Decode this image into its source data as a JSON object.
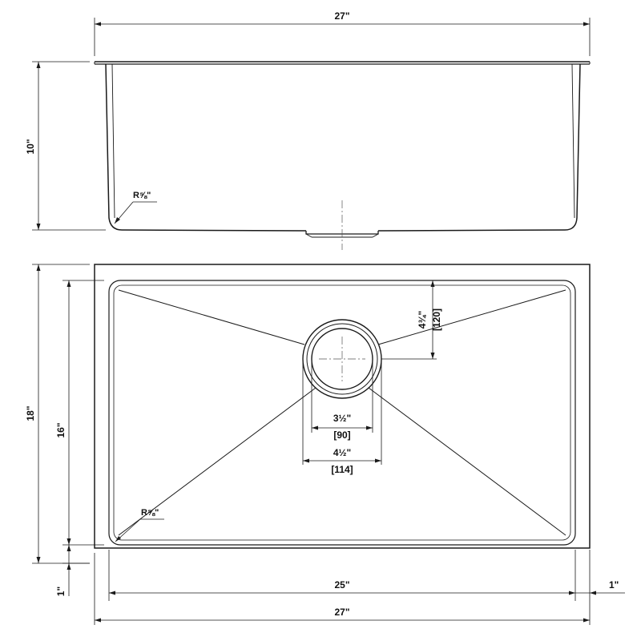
{
  "drawing": {
    "side_view": {
      "width_label": "27\"",
      "depth_label": "10\"",
      "radius_label": "R⅝\""
    },
    "top_view": {
      "overall_width_label": "27\"",
      "overall_depth_label": "18\"",
      "inner_width_label": "25\"",
      "inner_depth_label": "16\"",
      "rim_left_label": "1\"",
      "rim_right_label": "1\"",
      "drain_offset_label": "4¾\"",
      "drain_offset_mm": "[120]",
      "drain_inner_label": "3½\"",
      "drain_inner_mm": "[90]",
      "drain_outer_label": "4½\"",
      "drain_outer_mm": "[114]",
      "radius_label": "R⅝\""
    }
  }
}
